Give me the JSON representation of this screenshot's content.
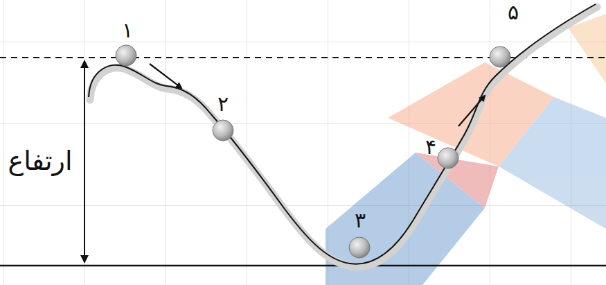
{
  "diagram": {
    "labels": [
      "۱",
      "۲",
      "۳",
      "۴",
      "۵",
      "ارتفاع"
    ]
  }
}
